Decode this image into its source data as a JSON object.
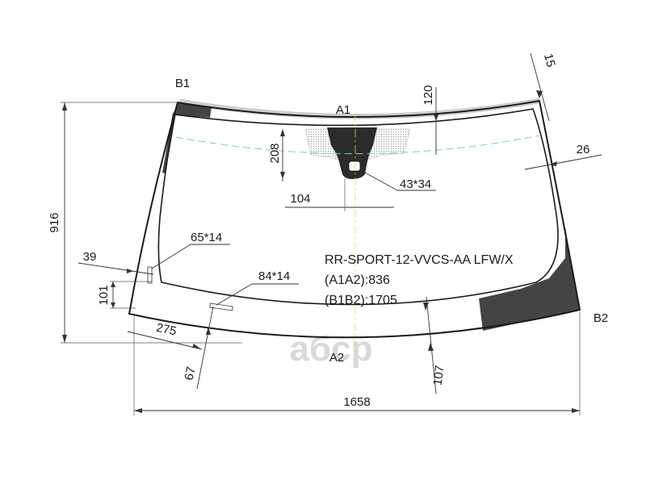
{
  "points": {
    "b1": "B1",
    "b2": "B2",
    "a1": "A1",
    "a2": "A2"
  },
  "dimensions": {
    "overall_width": "1658",
    "overall_height": "916",
    "top_band": "120",
    "bracket_height": "208",
    "bracket_offset": "104",
    "sensor_size": "43*34",
    "corner_gap": "15",
    "edge_band": "26",
    "left_offset": "39",
    "left_lower": "101",
    "bottom_left": "275",
    "bottom_small": "67",
    "bottom_right": "107",
    "tag_left": "65*14",
    "tag_bottom": "84*14"
  },
  "spec": {
    "model_code": "RR-SPORT-12-VVCS-AA LFW/X",
    "a1a2": "(A1A2):836",
    "b1b2": "(B1B2):1705"
  },
  "watermark": "aбcp",
  "colors": {
    "outline": "#1a1a1a",
    "ceramic": "#444444",
    "dots": "#bdbdbd",
    "top_band": "#cfcfcf",
    "shade_line": "#7ecfc0",
    "watermark": "#d9d9d9"
  }
}
